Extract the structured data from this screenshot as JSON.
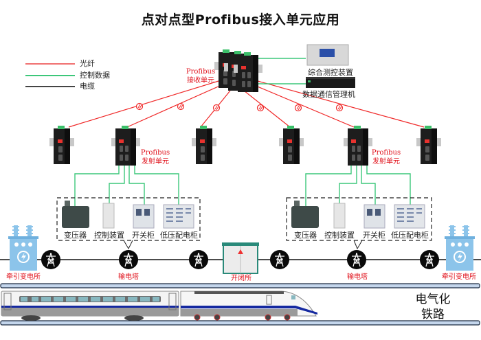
{
  "title": "点对点型Profibus接入单元应用",
  "legend": [
    {
      "label": "光纤",
      "color": "#f07070"
    },
    {
      "label": "控制数据",
      "color": "#3cc77a"
    },
    {
      "label": "电缆",
      "color": "#333333"
    }
  ],
  "devices": {
    "receiver_label_1": "Profibus",
    "receiver_label_2": "接收单元",
    "monitor_label": "综合测控装置",
    "manager_label": "数据通信管理机",
    "transmitter_label_1": "Profibus",
    "transmitter_label_2": "发射单元"
  },
  "equipment_groups": [
    {
      "items": [
        "变压器",
        "控制装置",
        "开关柜",
        "低压配电柜"
      ]
    },
    {
      "items": [
        "变压器",
        "控制装置",
        "开关柜",
        "低压配电柜"
      ]
    }
  ],
  "power_line": {
    "left_substation": "牵引变电所",
    "tower_left": "输电塔",
    "switching_station": "开闭所",
    "tower_right": "输电塔",
    "right_substation": "牵引变电所"
  },
  "railway": {
    "label_1": "电气化",
    "label_2": "铁路"
  },
  "colors": {
    "fiber": "#f02828",
    "control": "#3cc77a",
    "cable": "#111111",
    "label_red": "#e0101a",
    "substation_blue": "#8cc4ea"
  }
}
